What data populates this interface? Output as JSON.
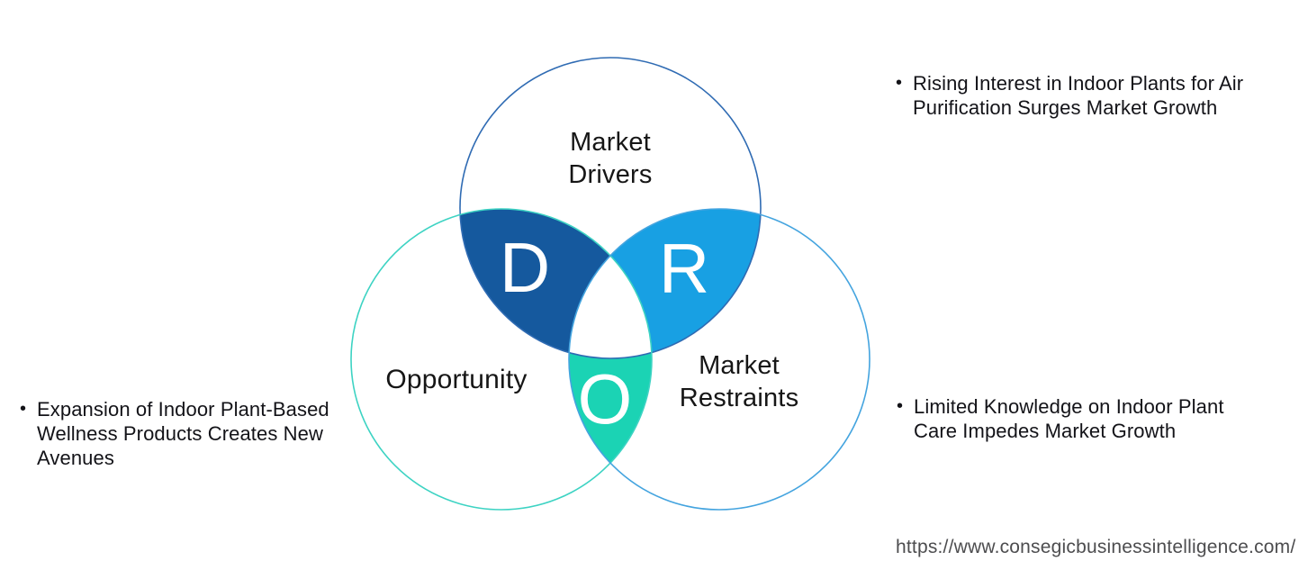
{
  "diagram": {
    "top_circle_label": "Market\nDrivers",
    "left_circle_label": "Opportunity",
    "right_circle_label": "Market\nRestraints",
    "letters": {
      "drivers": "D",
      "restraints": "R",
      "opportunity": "O"
    },
    "colors": {
      "d_fill": "#15599E",
      "r_fill": "#18A0E3",
      "o_fill": "#1BD3B4",
      "top_stroke": "#2F6BB3",
      "left_stroke": "#3DD3C3",
      "right_stroke": "#44A4DF",
      "triple_overlap": "#ffffff"
    }
  },
  "bullets": {
    "bullet_glyph": "•",
    "drivers": "Rising Interest in Indoor Plants for Air\nPurification Surges Market Growth",
    "opportunity": "Expansion of Indoor Plant-Based\nWellness Products Creates New\nAvenues",
    "restraints": "Limited Knowledge on Indoor Plant\nCare Impedes Market Growth"
  },
  "footer": {
    "url": "https://www.consegicbusinessintelligence.com/"
  }
}
